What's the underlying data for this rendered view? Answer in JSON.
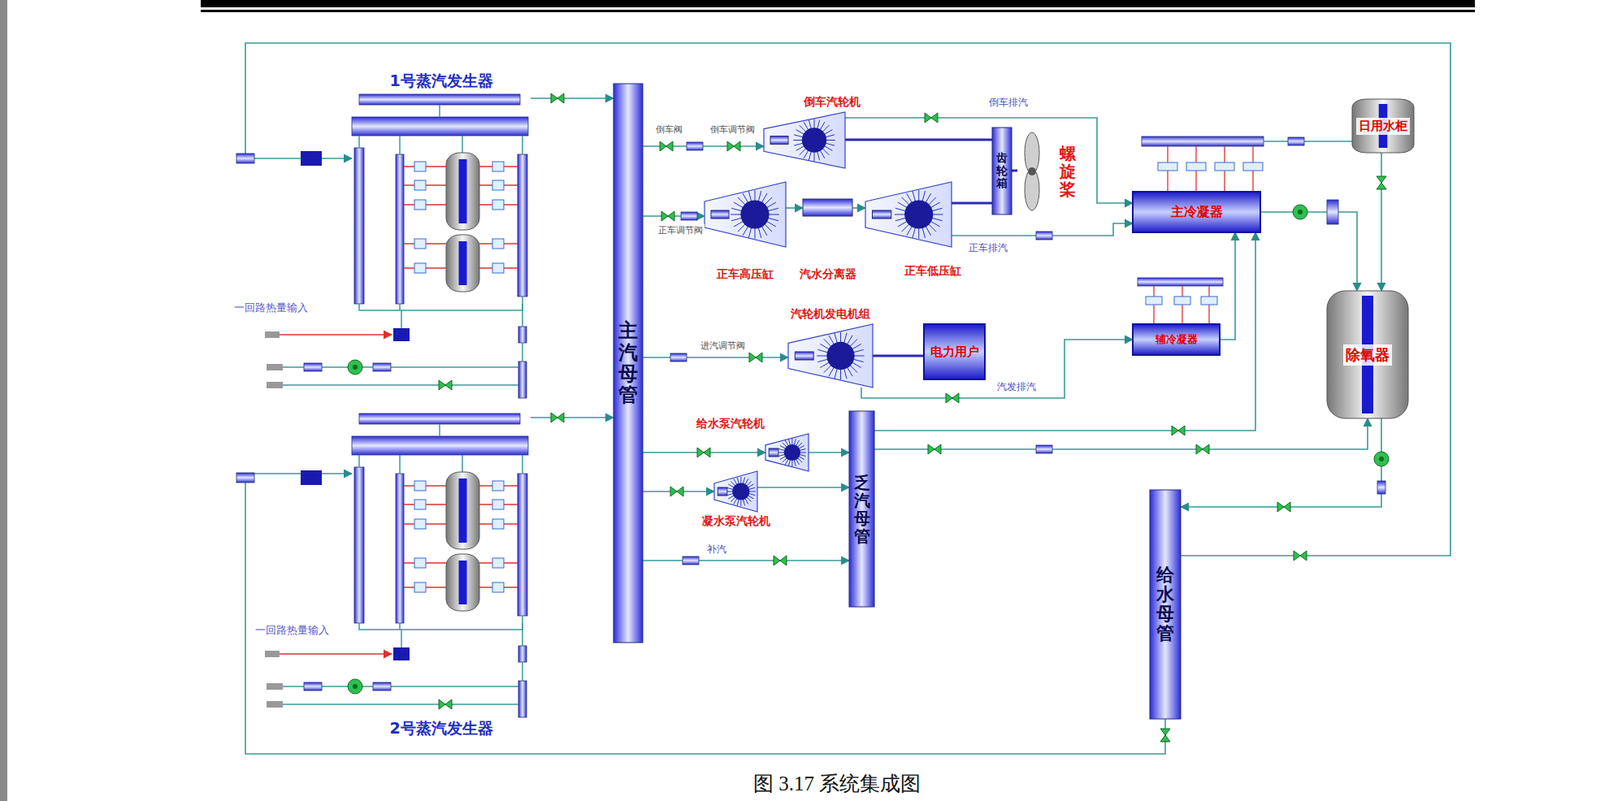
{
  "diagram": {
    "caption": "图 3.17 系统集成图",
    "nodes": [
      {
        "text": [
          "1号蒸汽发生器"
        ]
      },
      {
        "text": [
          "2号蒸汽发生器"
        ]
      },
      {
        "text": [
          "主汽母管"
        ]
      },
      {
        "text": [
          "倒车汽轮机"
        ]
      },
      {
        "text": [
          "正车高压缸"
        ]
      },
      {
        "text": [
          "汽水分离器"
        ]
      },
      {
        "text": [
          "正车低压缸"
        ]
      },
      {
        "text": [
          "齿轮箱"
        ]
      },
      {
        "text": [
          "螺旋桨"
        ]
      },
      {
        "text": [
          "主冷凝器"
        ]
      },
      {
        "text": [
          "日用水柜"
        ]
      },
      {
        "text": [
          "除氧器"
        ]
      },
      {
        "text": [
          "汽轮机发电机组"
        ]
      },
      {
        "text": [
          "电力用户"
        ]
      },
      {
        "text": [
          "辅冷凝器"
        ]
      },
      {
        "text": [
          "给水泵汽轮机"
        ]
      },
      {
        "text": [
          "凝水泵汽轮机"
        ]
      },
      {
        "text": [
          "乏汽母管"
        ]
      },
      {
        "text": [
          "给水母管"
        ]
      }
    ],
    "edges": [
      {
        "from": 0,
        "to": 2,
        "arrow": "to"
      },
      {
        "from": 1,
        "to": 2,
        "arrow": "to"
      },
      {
        "from": 2,
        "to": 3,
        "arrow": "to"
      },
      {
        "from": 2,
        "to": 4,
        "arrow": "to"
      },
      {
        "from": 4,
        "to": 5,
        "arrow": "to"
      },
      {
        "from": 5,
        "to": 6,
        "arrow": "to"
      },
      {
        "from": 3,
        "to": 7,
        "arrow": "none"
      },
      {
        "from": 6,
        "to": 7,
        "arrow": "none"
      },
      {
        "from": 7,
        "to": 8,
        "arrow": "none"
      },
      {
        "from": 3,
        "to": 9,
        "label": "倒车排汽",
        "arrow": "to"
      },
      {
        "from": 6,
        "to": 9,
        "label": "正车排汽",
        "arrow": "to"
      },
      {
        "from": 2,
        "to": 12,
        "arrow": "to"
      },
      {
        "from": 12,
        "to": 13,
        "arrow": "none"
      },
      {
        "from": 12,
        "to": 14,
        "label": "汽发排汽",
        "arrow": "to"
      },
      {
        "from": 2,
        "to": 15,
        "arrow": "to"
      },
      {
        "from": 2,
        "to": 16,
        "arrow": "to"
      },
      {
        "from": 2,
        "to": 17,
        "label": "补汽",
        "arrow": "to"
      },
      {
        "from": 15,
        "to": 17,
        "arrow": "to"
      },
      {
        "from": 16,
        "to": 17,
        "arrow": "to"
      },
      {
        "from": 17,
        "to": 11,
        "arrow": "to"
      },
      {
        "from": 17,
        "to": 9,
        "arrow": "to"
      },
      {
        "from": 14,
        "to": 9,
        "arrow": "to"
      },
      {
        "from": 9,
        "to": 11,
        "arrow": "to"
      },
      {
        "from": 10,
        "to": 11,
        "arrow": "to"
      },
      {
        "from": 11,
        "to": 18,
        "arrow": "to"
      },
      {
        "from": 18,
        "to": 0,
        "arrow": "to"
      },
      {
        "from": 18,
        "to": 1,
        "arrow": "to"
      }
    ],
    "labels": [
      "倒车阀",
      "倒车调节阀",
      "正车调节阀",
      "进汽调节阀",
      "一回路热量输入",
      "一回路热量输入"
    ]
  }
}
